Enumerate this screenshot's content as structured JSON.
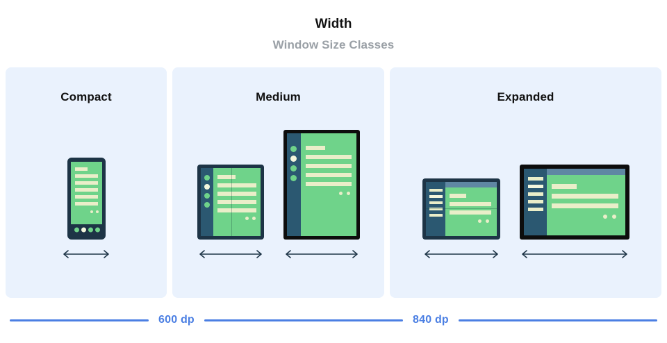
{
  "header": {
    "title": "Width",
    "subtitle": "Window Size Classes"
  },
  "colors": {
    "panel_background": "#eaf2fd",
    "page_background": "#ffffff",
    "title_color": "#121212",
    "subtitle_color": "#9aa0a6",
    "accent_blue": "#4b7fe3",
    "device_screen_green": "#6fd38a",
    "device_bar_cream": "#eaeec9",
    "device_frame_navy": "#1d3446",
    "device_frame_black": "#0d0d0d",
    "device_rail_teal": "#2b5871",
    "device_topstrip_blue": "#5f87a3",
    "arrow_color": "#1d3446"
  },
  "panels": [
    {
      "id": "compact",
      "label": "Compact",
      "devices": [
        {
          "name": "phone-portrait",
          "type": "phone",
          "orientation": "portrait",
          "frame": "navy",
          "nav": "bottom-bar",
          "nav_items": 4,
          "nav_selected_index": 1,
          "content_bars": 6,
          "content_dots": 2,
          "arrow": "double-headed"
        }
      ]
    },
    {
      "id": "medium",
      "label": "Medium",
      "devices": [
        {
          "name": "foldable-portrait",
          "type": "foldable",
          "orientation": "portrait",
          "frame": "navy",
          "nav": "left-rail-dots",
          "nav_items": 4,
          "nav_selected_index": 1,
          "content_bars": 5,
          "content_dots": 2,
          "fold_crease": "vertical",
          "arrow": "double-headed"
        },
        {
          "name": "tablet-portrait",
          "type": "tablet",
          "orientation": "portrait",
          "frame": "black",
          "nav": "left-rail-dots",
          "nav_items": 4,
          "nav_selected_index": 1,
          "content_bars": 5,
          "content_dots": 2,
          "arrow": "double-headed"
        }
      ]
    },
    {
      "id": "expanded",
      "label": "Expanded",
      "devices": [
        {
          "name": "foldable-landscape",
          "type": "foldable",
          "orientation": "landscape",
          "frame": "navy",
          "nav": "left-drawer-bars",
          "nav_items": 5,
          "nav_selected_index": 1,
          "content_bars": 3,
          "content_dots": 2,
          "top_strip": true,
          "fold_crease": "horizontal",
          "arrow": "double-headed"
        },
        {
          "name": "tablet-landscape",
          "type": "tablet",
          "orientation": "landscape",
          "frame": "black",
          "nav": "left-drawer-bars",
          "nav_items": 5,
          "nav_selected_index": 1,
          "content_bars": 3,
          "content_dots": 2,
          "top_strip": true,
          "arrow": "double-headed"
        }
      ]
    }
  ],
  "legend": {
    "breakpoints": [
      {
        "label": "600 dp",
        "value": 600,
        "unit": "dp"
      },
      {
        "label": "840 dp",
        "value": 840,
        "unit": "dp"
      }
    ]
  }
}
